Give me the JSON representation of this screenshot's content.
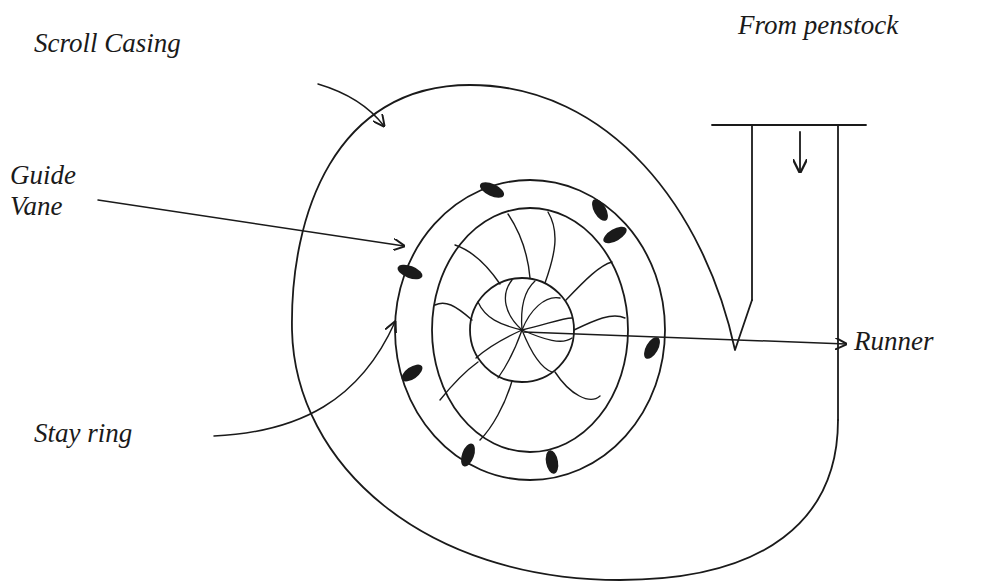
{
  "diagram": {
    "labels": [
      "Scroll Casing",
      "From penstock",
      "Guide Vane",
      "Runner",
      "Stay ring"
    ]
  }
}
